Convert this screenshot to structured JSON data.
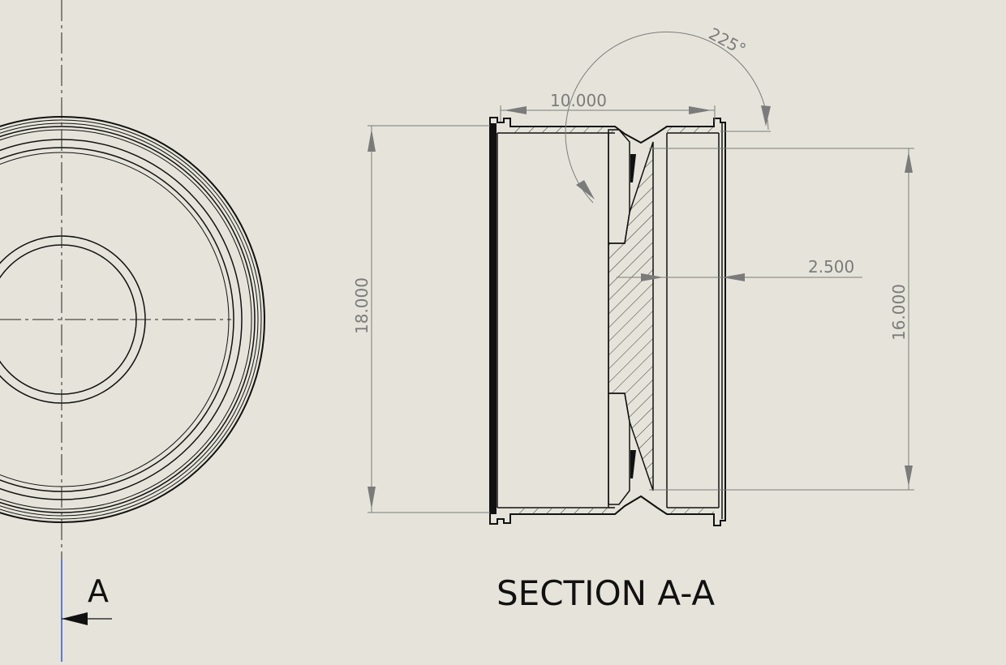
{
  "colors": {
    "background": "#e6e4da",
    "outline": "#111111",
    "dimension": "#7b7b7b",
    "section_arrow": "#2a58d0"
  },
  "drawing": {
    "section_title": "SECTION A-A",
    "cut_label": "A",
    "dimensions": {
      "overall_diameter": "18.000",
      "inner_diameter": "16.000",
      "width": "10.000",
      "offset": "2.500",
      "angle": "225°"
    }
  }
}
